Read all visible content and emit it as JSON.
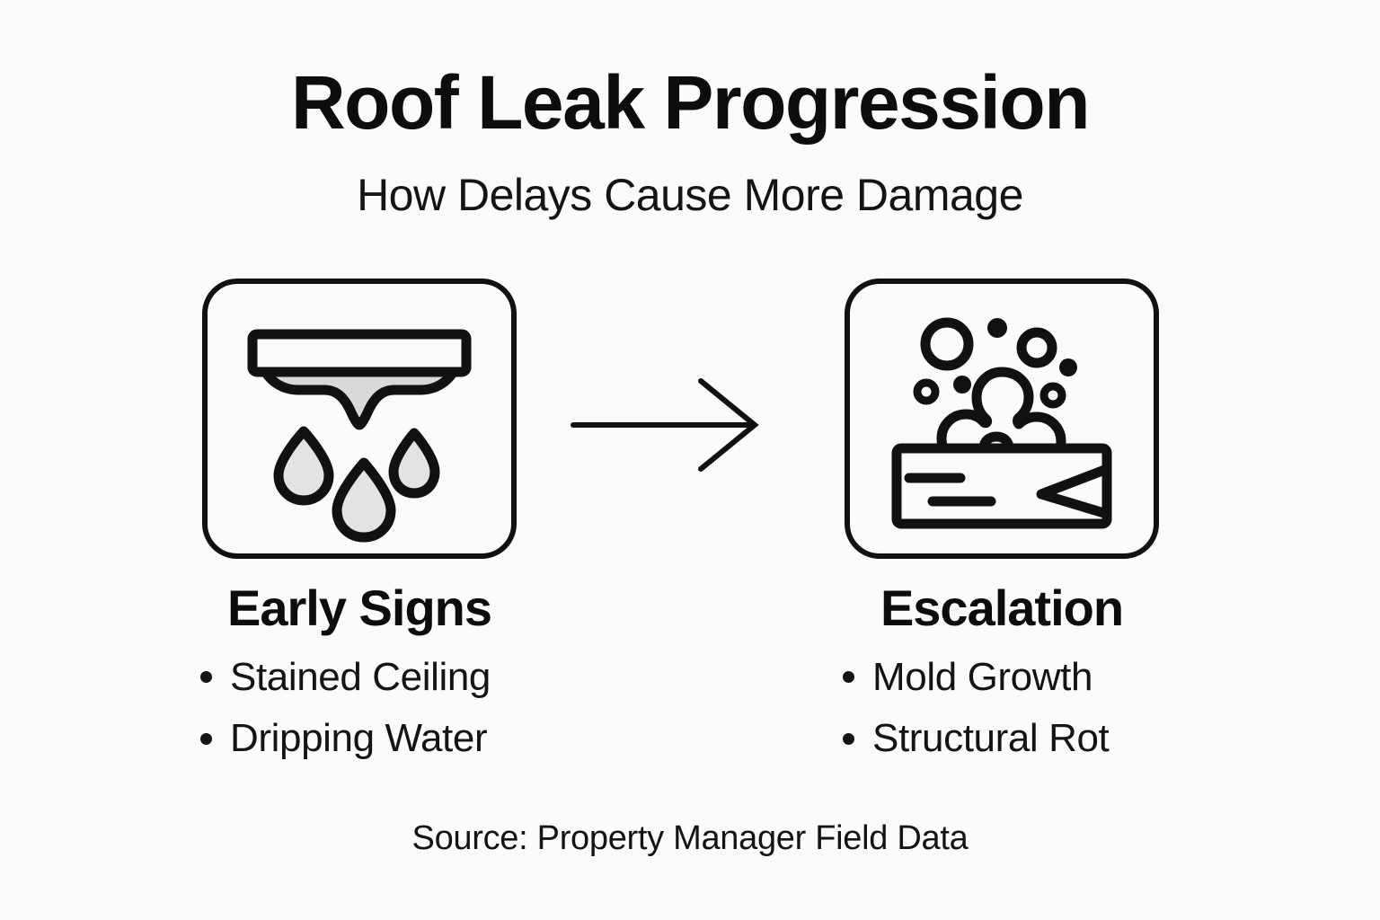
{
  "header": {
    "title": "Roof Leak Progression",
    "subtitle": "How Delays Cause More Damage"
  },
  "stages": [
    {
      "heading": "Early Signs",
      "icon_name": "ceiling-leak-icon",
      "bullets": [
        "Stained Ceiling",
        "Dripping Water"
      ]
    },
    {
      "heading": "Escalation",
      "icon_name": "mold-rot-icon",
      "bullets": [
        "Mold Growth",
        "Structural Rot"
      ]
    }
  ],
  "connector": {
    "name": "progression-arrow",
    "direction": "right"
  },
  "footer": {
    "source": "Source: Property Manager Field Data"
  },
  "colors": {
    "background": "#fbfbf9",
    "ink": "#111111",
    "fill_gray": "#d9d9d9",
    "drop_gray": "#e3e3e3"
  }
}
